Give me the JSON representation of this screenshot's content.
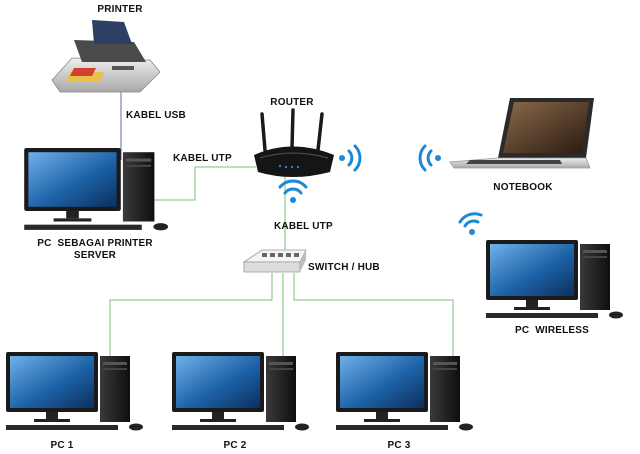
{
  "labels": {
    "printer": "PRINTER",
    "kabel_usb": "KABEL USB",
    "router": "ROUTER",
    "kabel_utp_top": "KABEL UTP",
    "kabel_utp_mid": "KABEL UTP",
    "notebook": "NOTEBOOK",
    "pc_server_line1": "PC  SEBAGAI PRINTER",
    "pc_server_line2": "SERVER",
    "switch_hub": "SWITCH / HUB",
    "pc_wireless": "PC  WIRELESS",
    "pc1": "PC 1",
    "pc2": "PC 2",
    "pc3": "PC 3"
  },
  "icons": {
    "printer": "printer-icon",
    "router": "router-icon",
    "switch": "switch-hub-icon",
    "notebook": "notebook-icon",
    "pc": "desktop-pc-icon",
    "wifi": "wifi-signal-icon"
  },
  "colors": {
    "cable": "#7fbf7f",
    "usb_cable": "#6a6aa8",
    "wifi": "#1e88d6",
    "screen": "#1d63a8",
    "tower": "#1a1a1a"
  }
}
